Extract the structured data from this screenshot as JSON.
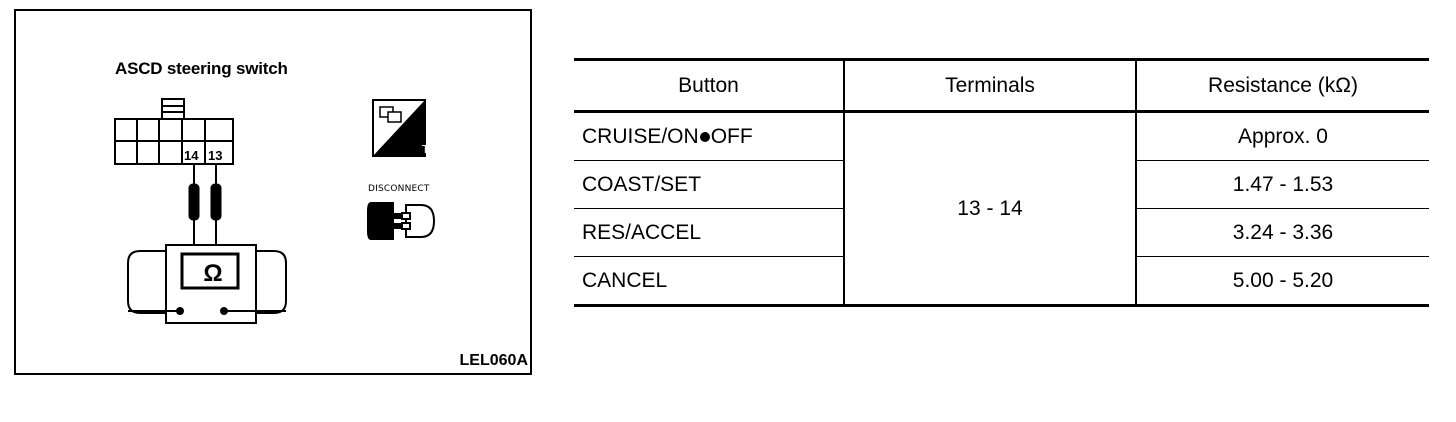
{
  "diagram": {
    "title": "ASCD steering switch",
    "terminal_a": "14",
    "terminal_b": "13",
    "meter_symbol": "Ω",
    "ts_badge": "T.S.",
    "disconnect_label": "DISCONNECT",
    "figure_code": "LEL060A"
  },
  "table": {
    "headers": [
      "Button",
      "Terminals",
      "Resistance (kΩ)"
    ],
    "terminals": "13 - 14",
    "rows": [
      {
        "button_before": "CRUISE/ON",
        "button_after": "OFF",
        "resistance": "Approx. 0"
      },
      {
        "button": "COAST/SET",
        "resistance": "1.47 - 1.53"
      },
      {
        "button": "RES/ACCEL",
        "resistance": "3.24 - 3.36"
      },
      {
        "button": "CANCEL",
        "resistance": "5.00 - 5.20"
      }
    ]
  }
}
